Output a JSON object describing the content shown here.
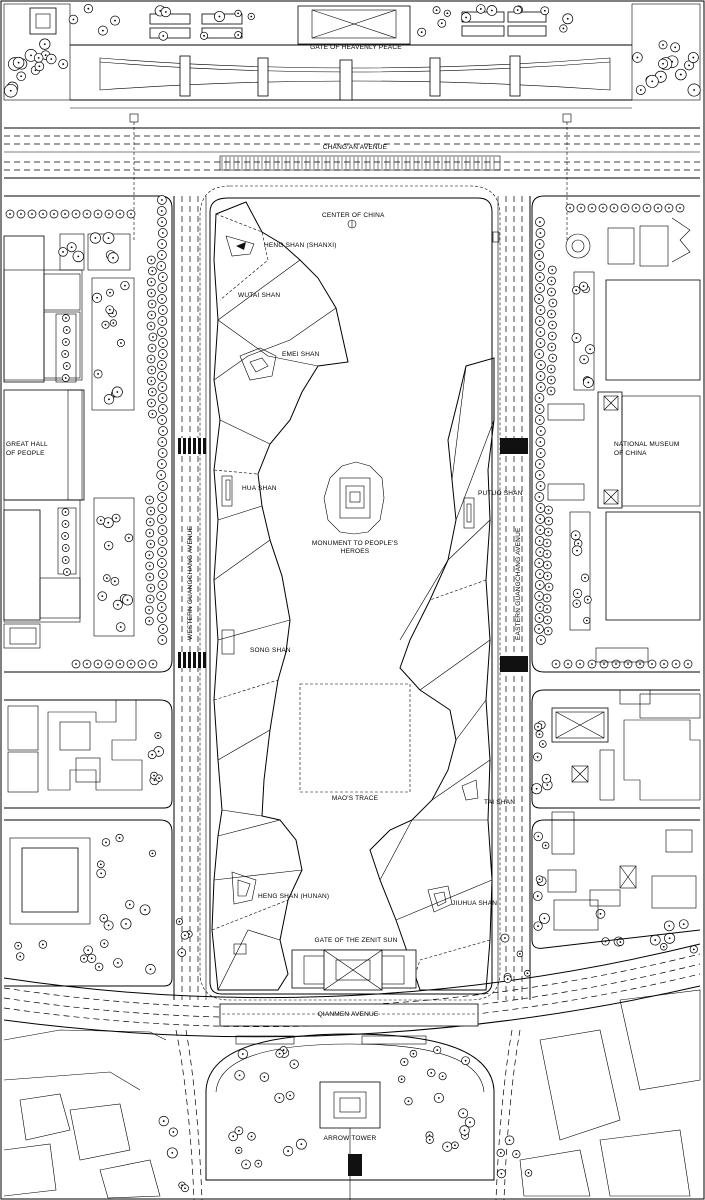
{
  "labels": {
    "gate_heavenly_peace": "GATE OF HEAVENLY PEACE",
    "changan_avenue": "CHANG'AN AVENUE",
    "center_of_china": "CENTER OF CHINA",
    "heng_shan_shanxi": "HENG SHAN (SHANXI)",
    "wutai_shan": "WUTAI SHAN",
    "emei_shan": "EMEI SHAN",
    "great_hall": "GREAT HALL",
    "of_people": "OF PEOPLE",
    "hua_shan": "HUA SHAN",
    "monument_line1": "MONUMENT TO PEOPLE'S",
    "monument_line2": "HEROES",
    "putuo_shan": "PUTUO SHAN",
    "national_museum_line1": "NATIONAL MUSEUM",
    "national_museum_line2": "OF CHINA",
    "western_avenue": "WESTERN GUANGCHANG AVENUE",
    "eastern_avenue": "EASTERN GUANGCHANG AVENUE",
    "song_shan": "SONG SHAN",
    "maos_trace": "MAO'S TRACE",
    "tai_shan": "TAI SHAN",
    "heng_shan_hunan": "HENG SHAN (HUNAN)",
    "jiuhua_shan": "JIUHUA SHAN",
    "gate_zenit_sun": "GATE OF THE ZENIT SUN",
    "qianmen_avenue": "QIANMEN AVENUE",
    "arrow_tower": "ARROW TOWER"
  }
}
